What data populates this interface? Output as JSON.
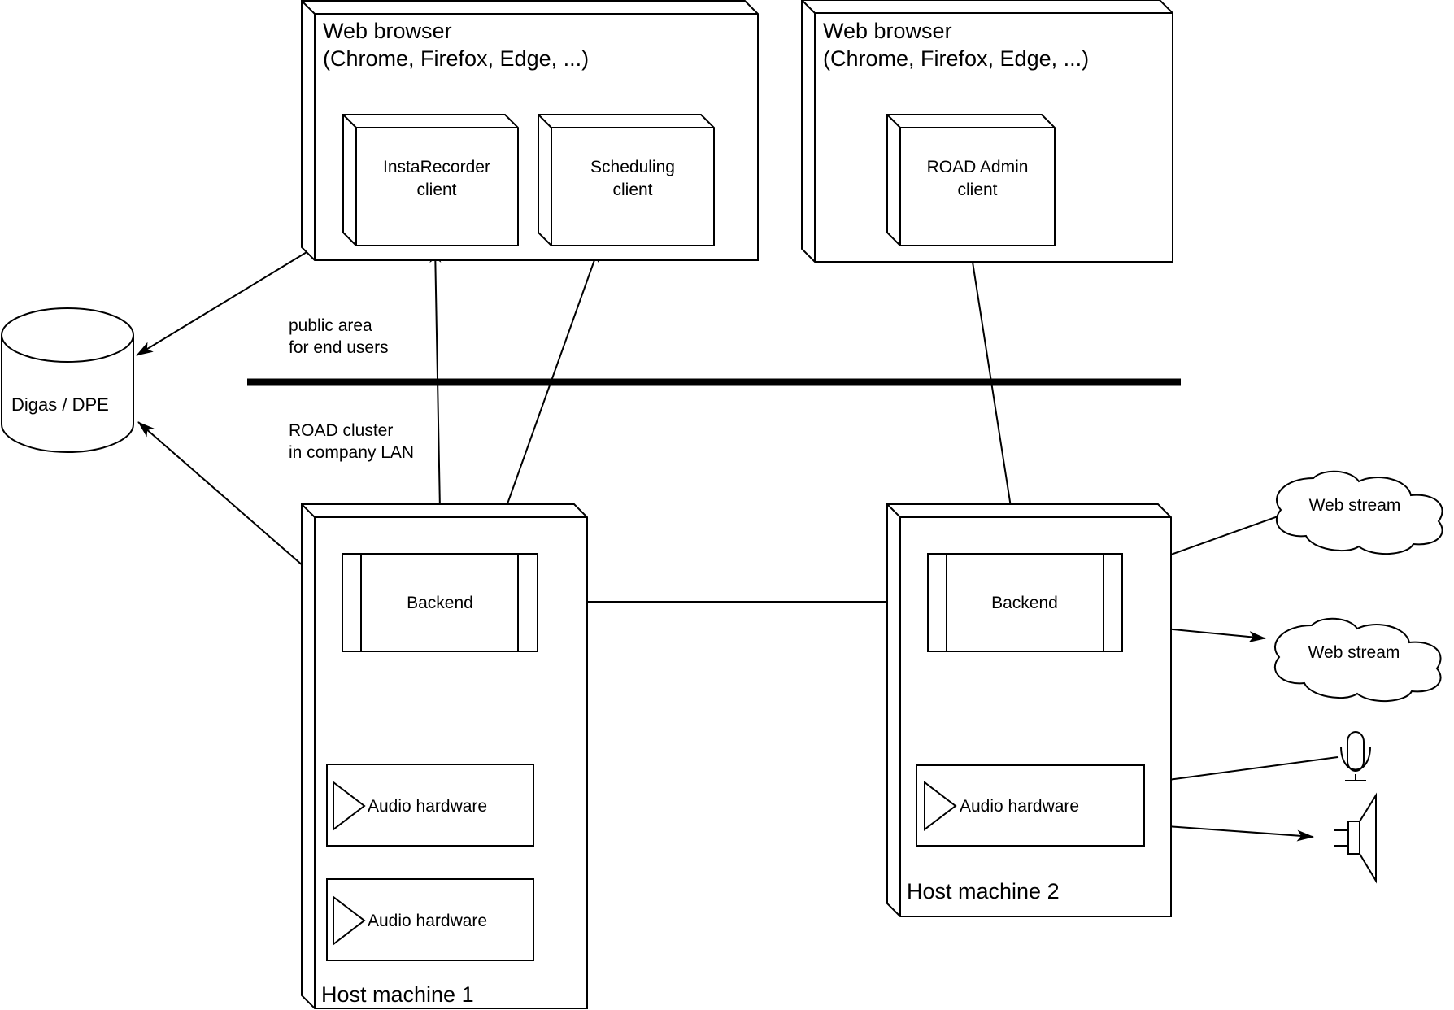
{
  "diagram": {
    "browser1": {
      "title1": "Web browser",
      "title2": "(Chrome, Firefox, Edge, ...)"
    },
    "browser2": {
      "title1": "Web browser",
      "title2": "(Chrome, Firefox, Edge, ...)"
    },
    "instarecorder": {
      "line1": "InstaRecorder",
      "line2": "client"
    },
    "scheduling": {
      "line1": "Scheduling",
      "line2": "client"
    },
    "roadadmin": {
      "line1": "ROAD Admin",
      "line2": "client"
    },
    "digas": {
      "label": "Digas / DPE"
    },
    "zones": {
      "public1": "public area",
      "public2": "for end users",
      "lan1": "ROAD cluster",
      "lan2": "in company LAN"
    },
    "host1": {
      "label": "Host machine 1",
      "backend": "Backend",
      "audio1": "Audio hardware",
      "audio2": "Audio hardware"
    },
    "host2": {
      "label": "Host machine 2",
      "backend": "Backend",
      "audio": "Audio hardware"
    },
    "cloud1": {
      "label": "Web stream"
    },
    "cloud2": {
      "label": "Web stream"
    },
    "colors": {
      "stroke": "#000000",
      "background": "#ffffff"
    }
  }
}
